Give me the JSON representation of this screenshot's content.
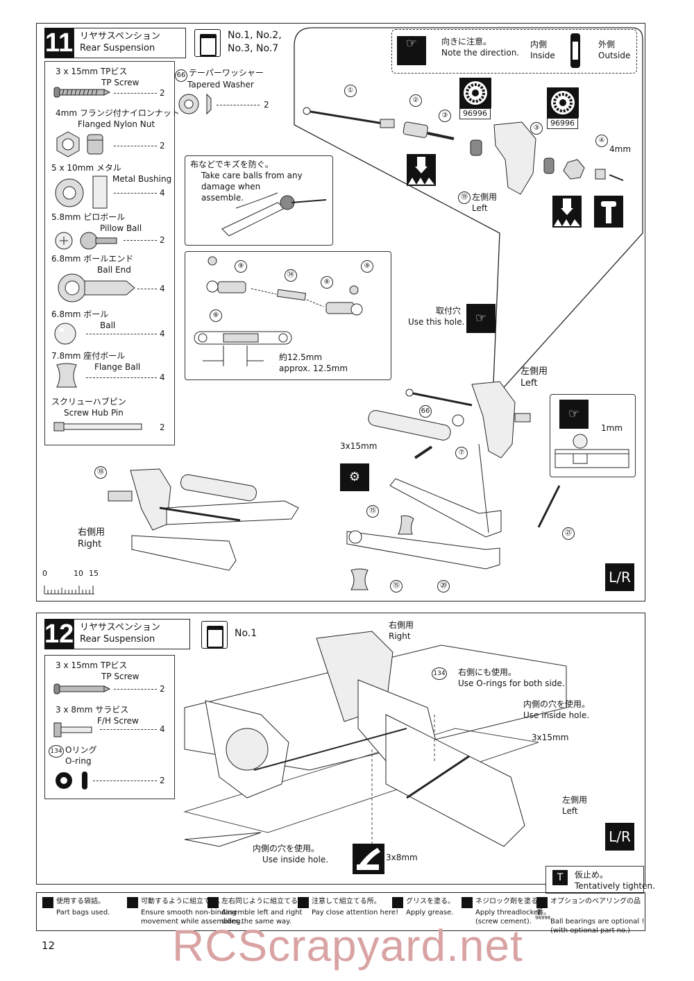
{
  "step11": {
    "number": "11",
    "title_jp": "リヤサスペンション",
    "title_en": "Rear Suspension",
    "bags": "No.1, No.2,\nNo.3, No.7",
    "bags_line1": "No.1, No.2,",
    "bags_line2": "No.3, No.7",
    "parts": [
      {
        "jp": "3 x 15mm  TPビス",
        "en": "TP Screw",
        "qty": "2"
      },
      {
        "jp": "4mm フランジ付ナイロンナット",
        "en": "Flanged Nylon Nut",
        "qty": "2"
      },
      {
        "num": "③",
        "jp": "5 x 10mm  メタル",
        "en": "Metal Bushing",
        "qty": "4"
      },
      {
        "num": "⑦",
        "jp": "5.8mm  ピロボール",
        "en": "Pillow Ball",
        "qty": "2"
      },
      {
        "num": "⑧",
        "jp": "6.8mm  ボールエンド",
        "en": "Ball End",
        "qty": "4"
      },
      {
        "num": "⑨",
        "jp": "6.8mm  ボール",
        "en": "Ball",
        "qty": "4"
      },
      {
        "num": "⑮",
        "jp": "7.8mm 座付ボール",
        "en": "Flange Ball",
        "qty": "4"
      },
      {
        "num": "㉑",
        "jp": "スクリューハブピン",
        "en": "Screw Hub Pin",
        "qty": "2"
      }
    ],
    "washer": {
      "num": "66",
      "jp": "テーパーワッシャー",
      "en": "Tapered Washer",
      "qty": "2"
    },
    "note_direction_jp": "向きに注意。",
    "note_direction_en": "Note the direction.",
    "inside_jp": "内側",
    "inside_en": "Inside",
    "outside_jp": "外側",
    "outside_en": "Outside",
    "balls_note_jp": "布などでキズを防ぐ。",
    "balls_note_en1": "Take care balls from any",
    "balls_note_en2": "damage when",
    "balls_note_en3": "assemble.",
    "approx_jp": "約12.5mm",
    "approx_en": "approx. 12.5mm",
    "use_hole_jp": "取付穴",
    "use_hole_en": "Use this hole.",
    "left_jp": "左側用",
    "left_en": "Left",
    "right_jp": "右側用",
    "right_en": "Right",
    "bearing_code": "96996",
    "size_4mm": "4mm",
    "size_1mm": "1mm",
    "screw_label": "3x15mm",
    "callouts": [
      "①",
      "②",
      "③",
      "③",
      "④",
      "⑧",
      "⑨",
      "⑨",
      "⑧",
      "⑭",
      "⑲",
      "66",
      "⑦",
      "⑱",
      "⑮",
      "⑮",
      "⑳",
      "㉑"
    ],
    "scale": {
      "zero": "0",
      "ten": "10",
      "fifteen": "15"
    },
    "lr": "L/R"
  },
  "step12": {
    "number": "12",
    "title_jp": "リヤサスペンション",
    "title_en": "Rear Suspension",
    "bags": "No.1",
    "parts": [
      {
        "jp": "3 x 15mm  TPビス",
        "en": "TP Screw",
        "qty": "2"
      },
      {
        "jp": "3 x 8mm  サラビス",
        "en": "F/H Screw",
        "qty": "4"
      },
      {
        "num": "134",
        "jp": "Oリング",
        "en": "O-ring",
        "qty": "2"
      }
    ],
    "right_jp": "右側用",
    "right_en": "Right",
    "oring_num": "134",
    "oring_jp": "右側にも使用。",
    "oring_en": "Use O-rings for both side.",
    "inside_jp": "内側の穴を使用。",
    "inside_en": "Use inside hole.",
    "screw15": "3x15mm",
    "left_jp": "左側用",
    "left_en": "Left",
    "inside2_jp": "内側の穴を使用。",
    "inside2_en": "Use inside hole.",
    "screw8": "3x8mm",
    "tentative_jp": "仮止め。",
    "tentative_en": "Tentatively tighten.",
    "lr": "L/R"
  },
  "legend": [
    {
      "jp": "使用する袋詰。",
      "en1": "Part bags used.",
      "en2": ""
    },
    {
      "jp": "可動するように組立てる。",
      "en1": "Ensure smooth non-binding",
      "en2": "movement while assembling."
    },
    {
      "jp": "左右同じように組立てる。",
      "en1": "Assemble left and right",
      "en2": "sides the same way."
    },
    {
      "jp": "注意して組立てる所。",
      "en1": "Pay close attention here!",
      "en2": ""
    },
    {
      "jp": "グリスを塗る。",
      "en1": "Apply grease.",
      "en2": ""
    },
    {
      "jp": "ネジロック剤を塗る。",
      "en1": "Apply threadlocker",
      "en2": "(screw cement)."
    },
    {
      "jp": "オプションのベアリングの品番。",
      "en1": "Ball bearings are optional !",
      "en2": "(with optional part no.)"
    }
  ],
  "legend_code": "96996",
  "page_number": "12",
  "watermark": "RCScrapyard.net"
}
